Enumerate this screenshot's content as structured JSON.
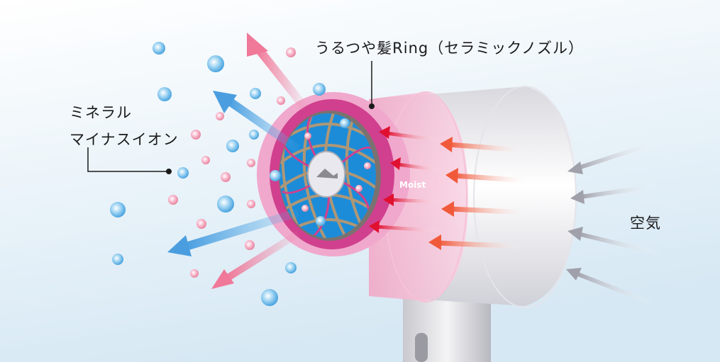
{
  "labels": {
    "ring": "うるつや髪Ring（セラミックノズル）",
    "ions_line1": "ミネラル",
    "ions_line2": "マイナスイオン",
    "air": "空気",
    "badge": "Moist"
  },
  "colors": {
    "background_top": "#ffffff",
    "background_bottom": "#d8eaf5",
    "dryer_body": "#e8e8ee",
    "ring_magenta": "#d0408e",
    "ring_pink": "#f0b4d0",
    "mesh_blue": "#1a8fd8",
    "mesh_gold": "#b89870",
    "arrow_red": "#e01030",
    "arrow_gray": "#a8a8b0",
    "outflow_blue": "#5aaee8",
    "outflow_pink": "#f08aa8",
    "particle_blue": "#7ec4ee",
    "particle_pink": "#f4a6c0"
  }
}
